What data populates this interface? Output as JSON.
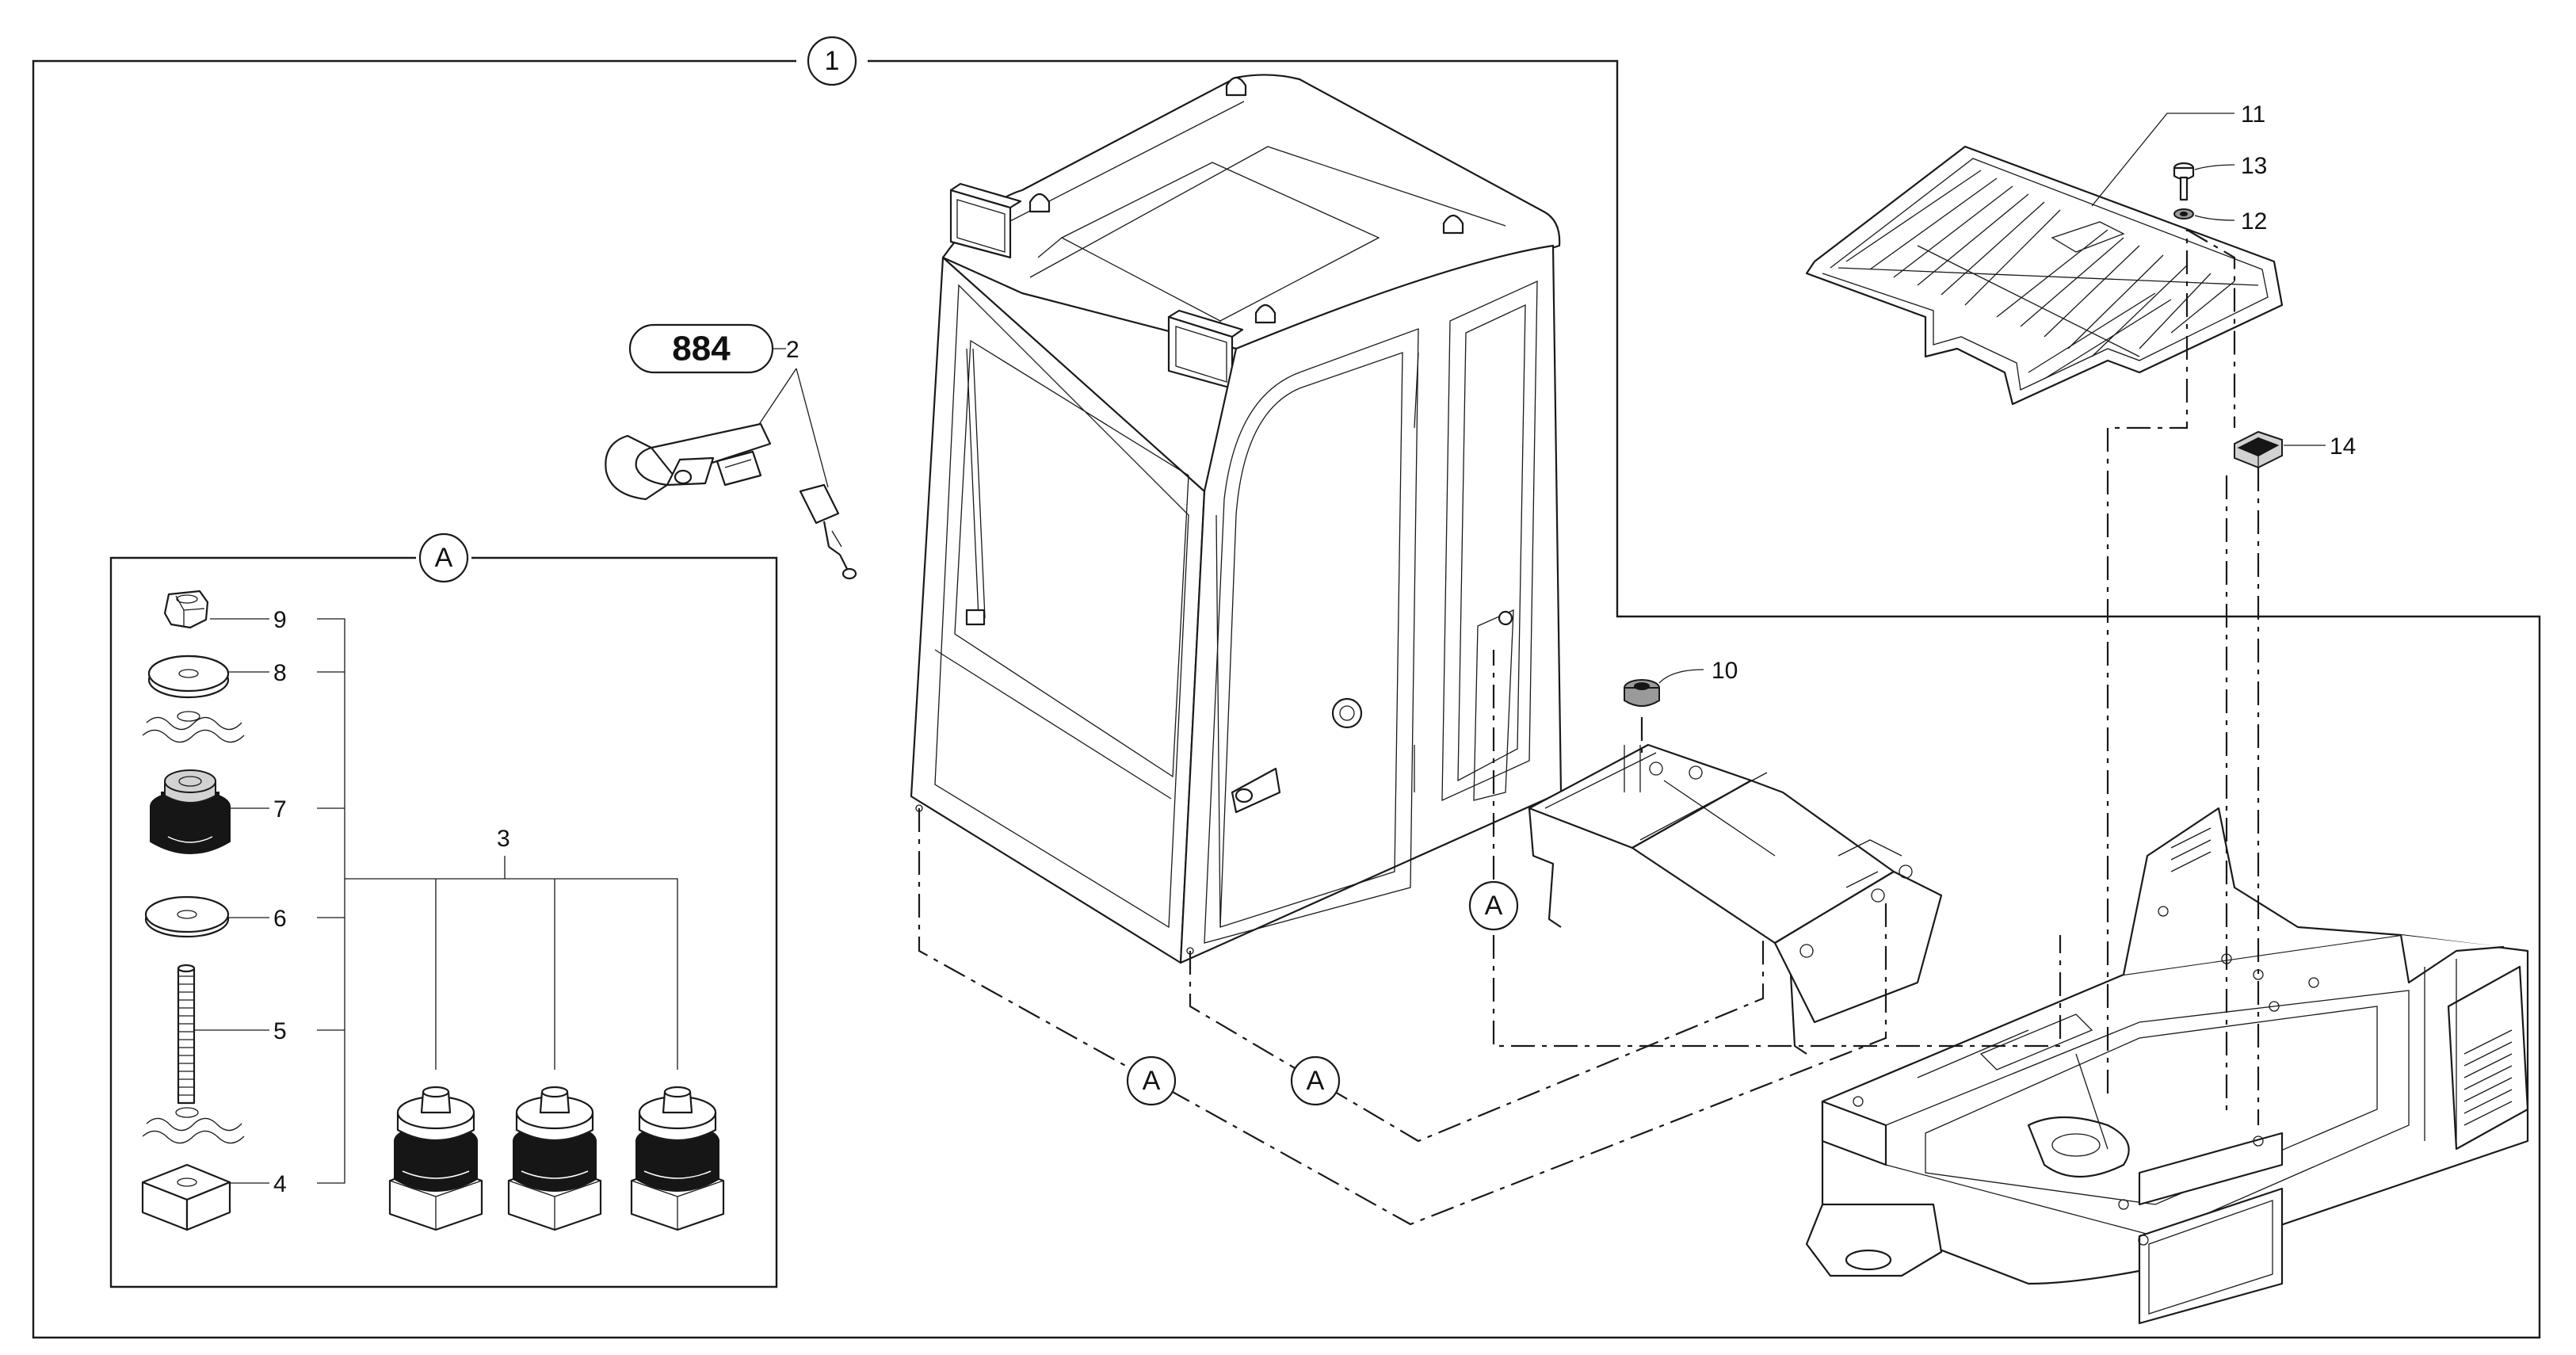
{
  "callouts": {
    "assembly": "1",
    "seat_belt": "2",
    "mount_kit": "3",
    "square_nut": "4",
    "stud": "5",
    "washer_lower": "6",
    "rubber_mount": "7",
    "washer_upper": "8",
    "nut": "9",
    "cab_nut": "10",
    "floor_mat": "11",
    "washer_small": "12",
    "bolt": "13",
    "clip": "14"
  },
  "section_refs": {
    "detail_title": "A",
    "ref_bracket": "A",
    "ref_cab_left": "A",
    "ref_cab_right": "A"
  },
  "reference_box": "884",
  "colors": {
    "line": "#1a1a1a",
    "background": "#ffffff",
    "rubber": "#161616"
  }
}
